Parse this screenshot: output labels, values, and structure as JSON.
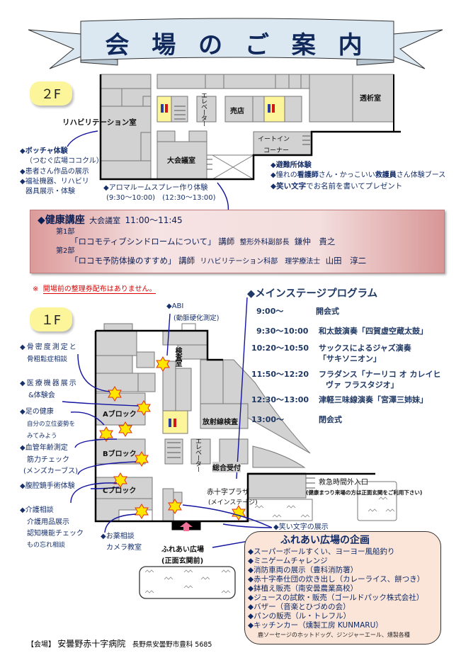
{
  "title": "会 場 の ご 案 内",
  "floor2": {
    "badge": "２F",
    "rooms": {
      "rehab": "リハビリテーション室",
      "elevator": "エレベーター",
      "shop": "売店",
      "dialysis": "透析室",
      "hall": "大会議室",
      "eatin_1": "イートイン",
      "eatin_2": "コーナー"
    },
    "left_notes": [
      "◆ボッチャ体験",
      "（つむぐ広場ココクル）",
      "◆患者さん作品の展示",
      "◆福祉機器、リハビリ",
      "器具展示・体験"
    ],
    "aroma": {
      "title": "◆アロマルームスプレー作り体験",
      "times": "(9:30～10:00)　(12:30～13:00)"
    },
    "right_notes": [
      {
        "a": "◆避難所体験",
        "b": "",
        "c": "",
        "d": "",
        "e": ""
      },
      {
        "a": "◆憧れの",
        "b": "看護師",
        "c": "さん・かっこいい",
        "d": "救護員",
        "e": "さん体験ブース"
      },
      {
        "a": "◆笑い文字",
        "b": "でお名前を書いてプレゼント"
      }
    ]
  },
  "lecture": {
    "title": "◆健康講座",
    "place": "大会議室",
    "time": "11:00～11:45",
    "parts": [
      {
        "label": "第1部",
        "topic": "「ロコモティブシンドロームについて」",
        "lecturer": "講師",
        "dept": "整形外科副部長",
        "name": "鎌仲　貴之"
      },
      {
        "label": "第2部",
        "topic": "「ロコモ予防体操のすすめ」",
        "lecturer": "講師",
        "dept": "リハビリテーション科部　理学療法士",
        "name": "山田　淳二"
      }
    ]
  },
  "notice": {
    "mark": "※",
    "text": "開場前の整理券配布はありません。"
  },
  "floor1": {
    "badge": "１F",
    "rooms": {
      "lab": "検査室",
      "block_a": "Aブロック",
      "block_b": "Bブロック",
      "block_c": "Cブロック",
      "radiology": "放射線検査",
      "elevator": "エレベーター",
      "reception": "総合受付",
      "plaza": "赤十字プラザ",
      "plaza_sub": "(メインステージ)",
      "emergency": "救急時間外入口",
      "emergency_note": "(健康まつり来場の方は正面玄関をご利用下さい)",
      "fureai": "ふれあい広場",
      "fureai_sub": "(正面玄関前)"
    },
    "notes": {
      "abi_1": "◆ABI",
      "abi_2": "(動脈硬化測定)",
      "bone_1": "◆骨密度測定と",
      "bone_2": "骨粗鬆症相談",
      "device_1": "◆医療機器展示",
      "device_2": "&体験会",
      "foot_1": "◆足の健康",
      "foot_2": "自分の立位姿勢を",
      "foot_3": "みてみよう",
      "vessel_1": "◆血管年齢測定",
      "vessel_2": "筋力チェック",
      "vessel_3": "(メンズカーブス)",
      "lapa": "◆腹腔鏡手術体験",
      "care_1": "◆介護相談",
      "care_2": "介護用品展示",
      "care_3": "認知機能チェック",
      "care_4": "もの忘れ相談",
      "med_1": "◆お薬相談",
      "med_2": "カメラ教室",
      "laugh": "◆笑い文字の展示"
    }
  },
  "stage": {
    "title": "◆メインステージプログラム",
    "items": [
      {
        "time": "9:00～",
        "event": "開会式",
        "event2": ""
      },
      {
        "time": "9:30～10:00",
        "event": "和太鼓演奏「四賀虚空蔵太鼓」",
        "event2": ""
      },
      {
        "time": "10:20～10:50",
        "event": "サックスによるジャズ演奏",
        "event2": "「サキソニオン」"
      },
      {
        "time": "11:50～12:20",
        "event": "フラダンス「ナーリコ オ カレイヒ",
        "event2": "ヴァ フラスタジオ」"
      },
      {
        "time": "12:30～13:00",
        "event": "津軽三味線演奏「宮澤三姉妹」",
        "event2": ""
      },
      {
        "time": "13:00～",
        "event": "閉会式",
        "event2": ""
      }
    ]
  },
  "fureai_plan": {
    "title": "ふれあい広場の企画",
    "items": [
      "◆スーパーボールすくい、ヨーヨー風船釣り",
      "◆ミニゲームチャレンジ",
      "◆消防車両の展示（豊科消防署）",
      "◆赤十字奉仕団の炊き出し（カレーライス、餅つき）",
      "◆鉢植え販売（南安曇農業高校）",
      "◆ジュースの試飲・販売（ゴールドパック株式会社）",
      "◆バザー（音楽とひづめの会）",
      "◆パンの販売（ル・トレフル）",
      "◆キッチンカー（燻製工房 KUNMARU）"
    ],
    "footnote": "鹿ソーセージのホットドッグ、ジンジャーエール、燻製各種"
  },
  "footer": {
    "label": "【会場】",
    "name": "安曇野赤十字病院",
    "address": "長野県安曇野市豊科 5685"
  },
  "colors": {
    "navy": "#1f3864",
    "room_gray": "#d0d0d0",
    "toilet": "#fdf59a",
    "notice_red": "#e00000",
    "arrow_blue": "#1414a0"
  }
}
